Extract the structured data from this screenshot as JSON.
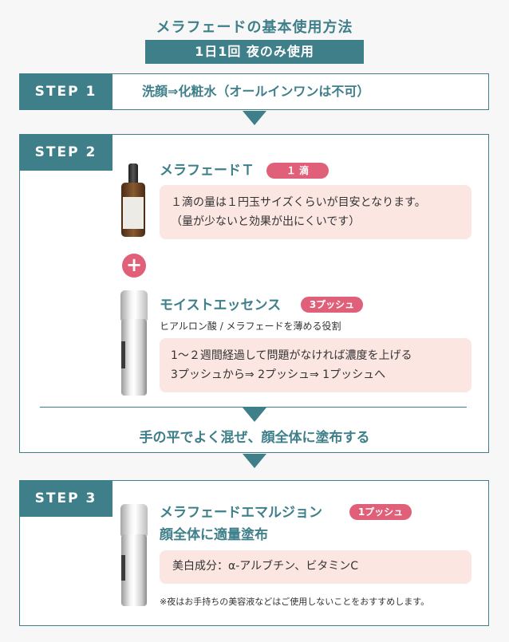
{
  "header": {
    "title": "メラフェードの基本使用方法",
    "subtitle": "1日1回 夜のみ使用"
  },
  "step1": {
    "label": "STEP 1",
    "text": "洗顔⇒化粧水（オールインワンは不可）"
  },
  "step2": {
    "label": "STEP 2",
    "product1": {
      "name": "メラフェードＴ",
      "badge": "１ 滴",
      "note_line1": "１滴の量は１円玉サイズくらいが目安となります。",
      "note_line2": "（量が少ないと効果が出にくいです）"
    },
    "plus": "+",
    "product2": {
      "name": "モイストエッセンス",
      "badge": "3プッシュ",
      "description": "ヒアルロン酸 / メラフェードを薄める役割",
      "note_line1": "1～２週間経過して問題がなければ濃度を上げる",
      "note_line2": "3プッシュから⇒ 2プッシュ⇒ 1プッシュへ"
    },
    "mix_text": "手の平でよく混ぜ、顔全体に塗布する"
  },
  "step3": {
    "label": "STEP 3",
    "product_name": "メラフェードエマルジョン",
    "badge": "1プッシュ",
    "instruction": "顔全体に適量塗布",
    "ingredients": "美白成分：α-アルブチン、ビタミンC",
    "footnote": "※夜はお手持ちの美容液などはご使用しないことをおすすめします。"
  },
  "colors": {
    "teal": "#3e7f8a",
    "pink": "#e0607a",
    "pink_bg": "#fbe6e2"
  }
}
